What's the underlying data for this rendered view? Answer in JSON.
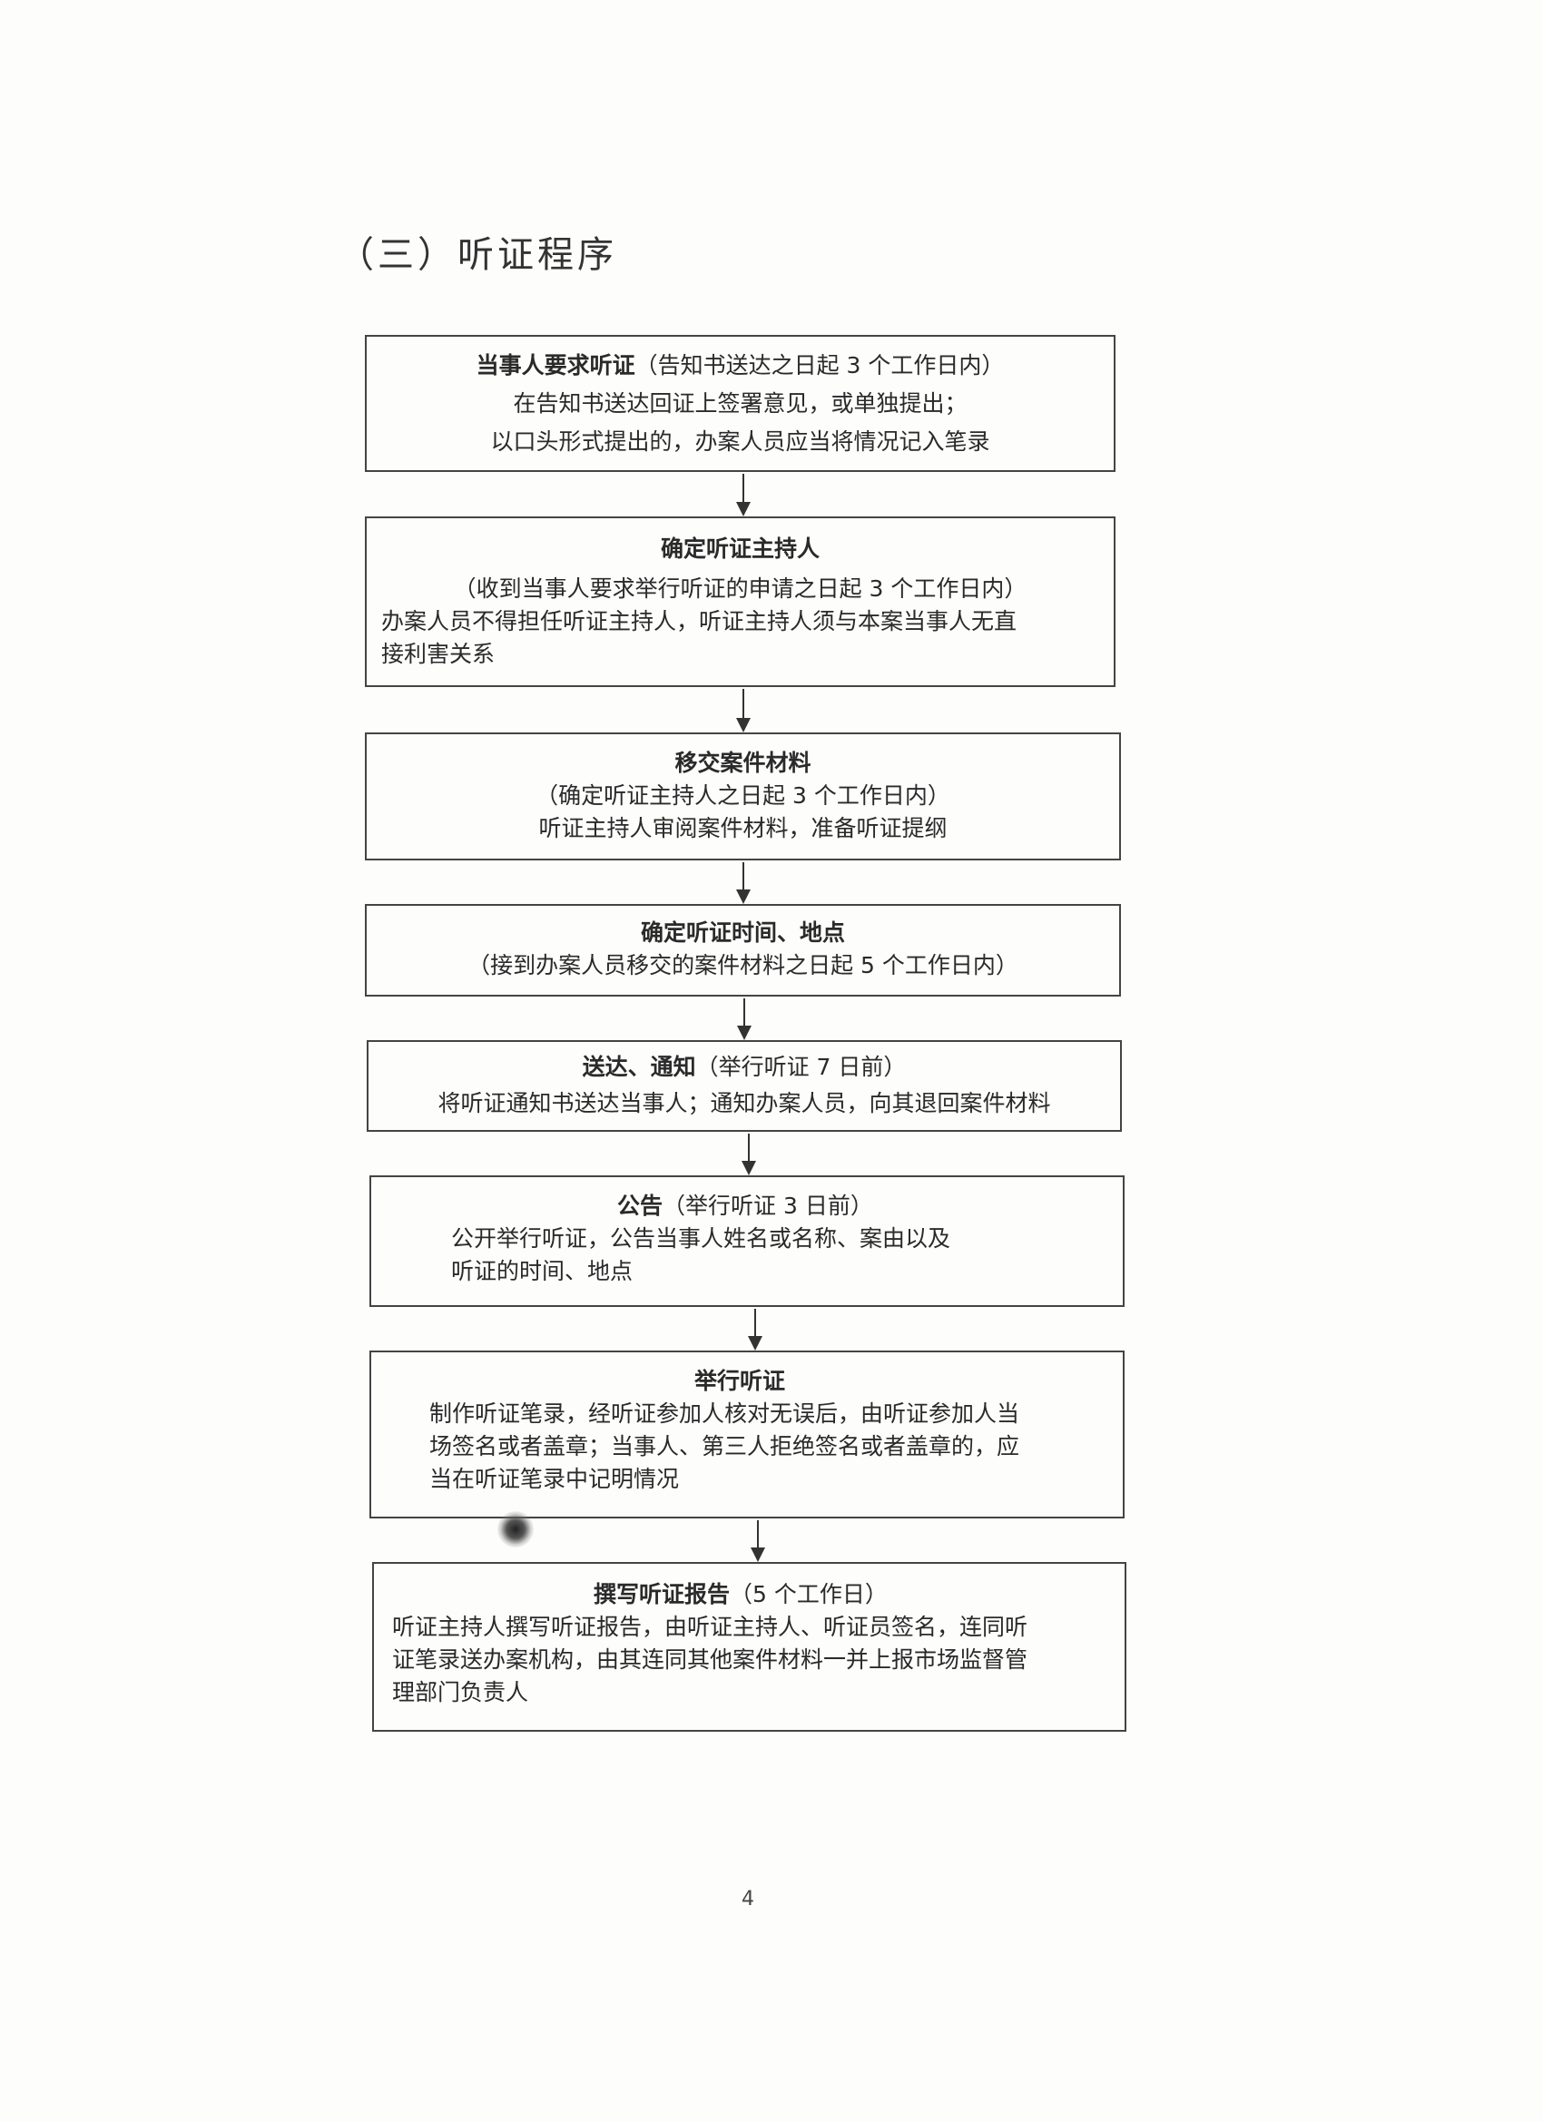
{
  "heading": "（三）听证程序",
  "steps": [
    {
      "title": "当事人要求听证",
      "note": "（告知书送达之日起 3 个工作日内）",
      "lines": [
        "在告知书送达回证上签署意见，或单独提出；",
        "以口头形式提出的，办案人员应当将情况记入笔录"
      ]
    },
    {
      "title": "确定听证主持人",
      "note": "（收到当事人要求举行听证的申请之日起 3 个工作日内）",
      "lines": [
        "办案人员不得担任听证主持人，听证主持人须与本案当事人无直",
        "接利害关系"
      ]
    },
    {
      "title": "移交案件材料",
      "note": "（确定听证主持人之日起 3 个工作日内）",
      "lines": [
        "听证主持人审阅案件材料，准备听证提纲"
      ]
    },
    {
      "title": "确定听证时间、地点",
      "note": "（接到办案人员移交的案件材料之日起 5 个工作日内）",
      "lines": []
    },
    {
      "title": "送达、通知",
      "note": "（举行听证 7 日前）",
      "lines": [
        "将听证通知书送达当事人；通知办案人员，向其退回案件材料"
      ]
    },
    {
      "title": "公告",
      "note": "（举行听证 3 日前）",
      "lines": [
        "公开举行听证，公告当事人姓名或名称、案由以及",
        "听证的时间、地点"
      ]
    },
    {
      "title": "举行听证",
      "note": "",
      "lines": [
        "制作听证笔录，经听证参加人核对无误后，由听证参加人当",
        "场签名或者盖章；当事人、第三人拒绝签名或者盖章的，应",
        "当在听证笔录中记明情况"
      ]
    },
    {
      "title": "撰写听证报告",
      "note": "（5 个工作日）",
      "lines": [
        "听证主持人撰写听证报告，由听证主持人、听证员签名，连同听",
        "证笔录送办案机构，由其连同其他案件材料一并上报市场监督管",
        "理部门负责人"
      ]
    }
  ],
  "page_number": "4"
}
